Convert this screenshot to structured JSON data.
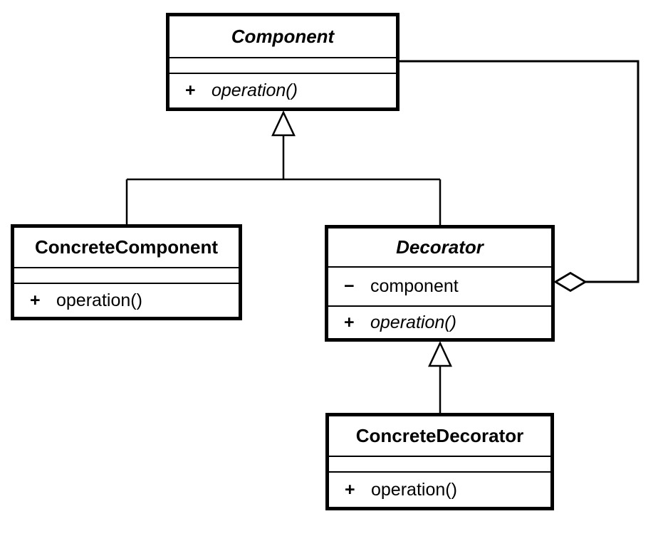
{
  "diagram": {
    "type": "uml-class-diagram",
    "pattern_name": "Decorator",
    "colors": {
      "line": "#000000",
      "background": "#ffffff",
      "text": "#000000"
    },
    "classes": {
      "component": {
        "title": "Component",
        "abstract": true,
        "operation": {
          "visibility": "+",
          "label": "operation()",
          "abstract": true
        }
      },
      "concrete_component": {
        "title": "ConcreteComponent",
        "abstract": false,
        "operation": {
          "visibility": "+",
          "label": "operation()",
          "abstract": false
        }
      },
      "decorator": {
        "title": "Decorator",
        "abstract": true,
        "attribute": {
          "visibility": "−",
          "label": "component"
        },
        "operation": {
          "visibility": "+",
          "label": "operation()",
          "abstract": true
        }
      },
      "concrete_decorator": {
        "title": "ConcreteDecorator",
        "abstract": false,
        "operation": {
          "visibility": "+",
          "label": "operation()",
          "abstract": false
        }
      }
    },
    "relationships": [
      {
        "type": "generalization",
        "from": "ConcreteComponent",
        "to": "Component"
      },
      {
        "type": "generalization",
        "from": "Decorator",
        "to": "Component"
      },
      {
        "type": "generalization",
        "from": "ConcreteDecorator",
        "to": "Decorator"
      },
      {
        "type": "aggregation",
        "owner": "Decorator",
        "part": "Component"
      }
    ]
  }
}
